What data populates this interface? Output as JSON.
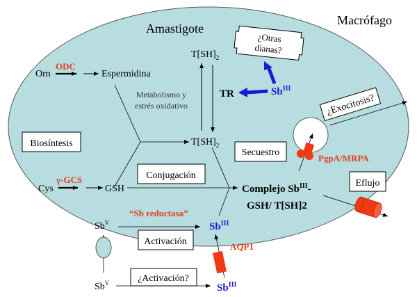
{
  "colors": {
    "cell": "#b8dde0",
    "enzyme": "#e0401c",
    "antimony": "#1a1ad0",
    "transporter": "#f03a14"
  },
  "labels": {
    "macrofago": "Macrófago",
    "amastigote": "Amastigote",
    "otras_dianas_1": "¿Otras",
    "otras_dianas_2": "dianas?",
    "tsh2_top": "T[SH]",
    "tsh2_top_sub": "2",
    "orn": "Orn",
    "odc": "ODC",
    "espermidina": "Espermidina",
    "metabolismo_1": "Metabolismo y",
    "metabolismo_2": "estrés oxidativo",
    "tr": "TR",
    "sb_iii_top": "Sb",
    "sb_iii_top_sup": "III",
    "exocitosis": "¿Exocitosis?",
    "biosintesis": "Biosíntesis",
    "tsh2_mid": "T[SH]",
    "tsh2_mid_sub": "2",
    "secuestro": "Secuestro",
    "pgpa": "PgpA/MRPA",
    "conjugacion": "Conjugación",
    "cys": "Cys",
    "ggcs": "γ-GCS",
    "gsh": "GSH",
    "complejo_1": "Complejo Sb",
    "complejo_1_sup": "III",
    "complejo_1_end": "-",
    "complejo_2": "GSH/ T[SH]2",
    "eflujo": "Eflujo",
    "sb_reductasa": "“Sb reductasa”",
    "sbv_in": "Sb",
    "sbv_in_sup": "V",
    "sb_iii_mid": "Sb",
    "sb_iii_mid_sup": "III",
    "activacion": "Activación",
    "aqp1": "AQP1",
    "activacion_q": "¿Activación?",
    "sbv_out": "Sb",
    "sbv_out_sup": "V",
    "sb_iii_out": "Sb",
    "sb_iii_out_sup": "III"
  }
}
